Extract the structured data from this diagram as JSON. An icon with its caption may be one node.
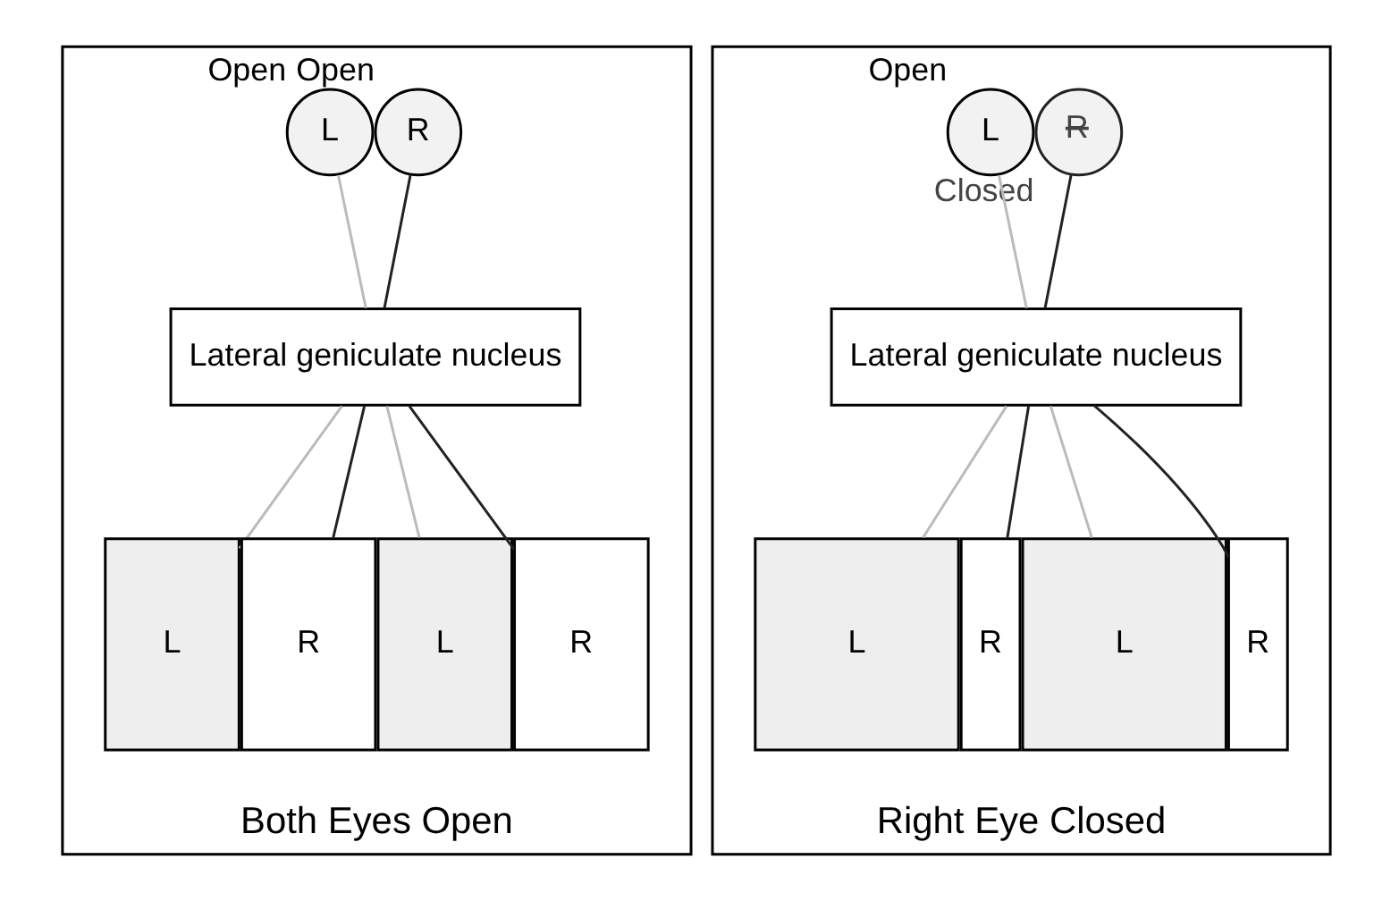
{
  "diagram": {
    "nodes": [
      {
        "text": [
          "Both Eyes Open"
        ]
      },
      {
        "text": [
          "L"
        ],
        "beside": [
          "Open"
        ],
        "in": 0
      },
      {
        "text": [
          "R"
        ],
        "beside": [
          "Open"
        ],
        "in": 0
      },
      {
        "text": [
          "Lateral geniculate nucleus"
        ],
        "in": 0
      },
      {
        "text": [
          "L"
        ],
        "in": 0
      },
      {
        "text": [
          "R"
        ],
        "in": 0
      },
      {
        "text": [
          "L"
        ],
        "in": 0
      },
      {
        "text": [
          "R"
        ],
        "in": 0
      },
      {
        "text": [
          "Right Eye Closed"
        ]
      },
      {
        "text": [
          "L"
        ],
        "beside": [
          "Open"
        ],
        "in": 8
      },
      {
        "text": [
          "R"
        ],
        "beside": [
          "Closed"
        ],
        "in": 8
      },
      {
        "text": [
          "Lateral geniculate nucleus"
        ],
        "in": 8
      },
      {
        "text": [
          "L"
        ],
        "in": 8
      },
      {
        "text": [
          "R"
        ],
        "in": 8
      },
      {
        "text": [
          "L"
        ],
        "in": 8
      },
      {
        "text": [
          "R"
        ],
        "in": 8
      }
    ],
    "edges": [
      {
        "from": 1,
        "to": 3,
        "arrow": "none",
        "color": "#bbbbbb"
      },
      {
        "from": 2,
        "to": 3,
        "arrow": "none",
        "color": "#222222"
      },
      {
        "from": 3,
        "to": 4,
        "arrow": "none",
        "color": "#bbbbbb"
      },
      {
        "from": 3,
        "to": 5,
        "arrow": "none",
        "color": "#222222"
      },
      {
        "from": 3,
        "to": 6,
        "arrow": "none",
        "color": "#bbbbbb"
      },
      {
        "from": 3,
        "to": 7,
        "arrow": "none",
        "color": "#222222"
      },
      {
        "from": 9,
        "to": 11,
        "arrow": "none",
        "color": "#bbbbbb"
      },
      {
        "from": 10,
        "to": 11,
        "arrow": "none",
        "color": "#222222"
      },
      {
        "from": 11,
        "to": 12,
        "arrow": "none",
        "color": "#bbbbbb"
      },
      {
        "from": 11,
        "to": 13,
        "arrow": "none",
        "color": "#222222"
      },
      {
        "from": 11,
        "to": 14,
        "arrow": "none",
        "color": "#bbbbbb"
      },
      {
        "from": 11,
        "to": 15,
        "arrow": "none",
        "color": "#222222"
      }
    ]
  }
}
